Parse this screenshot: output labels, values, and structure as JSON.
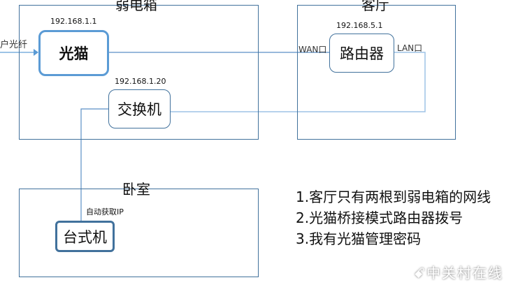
{
  "rooms": {
    "weak_box": "弱电箱",
    "living_room": "客厅",
    "bedroom": "卧室"
  },
  "devices": {
    "modem": {
      "label": "光猫",
      "ip": "192.168.1.1"
    },
    "switch": {
      "label": "交换机",
      "ip": "192.168.1.20"
    },
    "router": {
      "label": "路由器",
      "ip": "192.168.5.1",
      "wan": "WAN口",
      "lan": "LAN口"
    },
    "desktop": {
      "label": "台式机",
      "ip": "自动获取IP"
    }
  },
  "fiber_label": "户光纤",
  "notes": [
    "1.客厅只有两根到弱电箱的网线",
    "2.光猫桥接模式路由器拨号",
    "3.我有光猫管理密码"
  ],
  "watermark": "中关村在线",
  "colors": {
    "border": "#41719c",
    "accent": "#5b9bd5",
    "light_line": "#9dc3e6"
  }
}
